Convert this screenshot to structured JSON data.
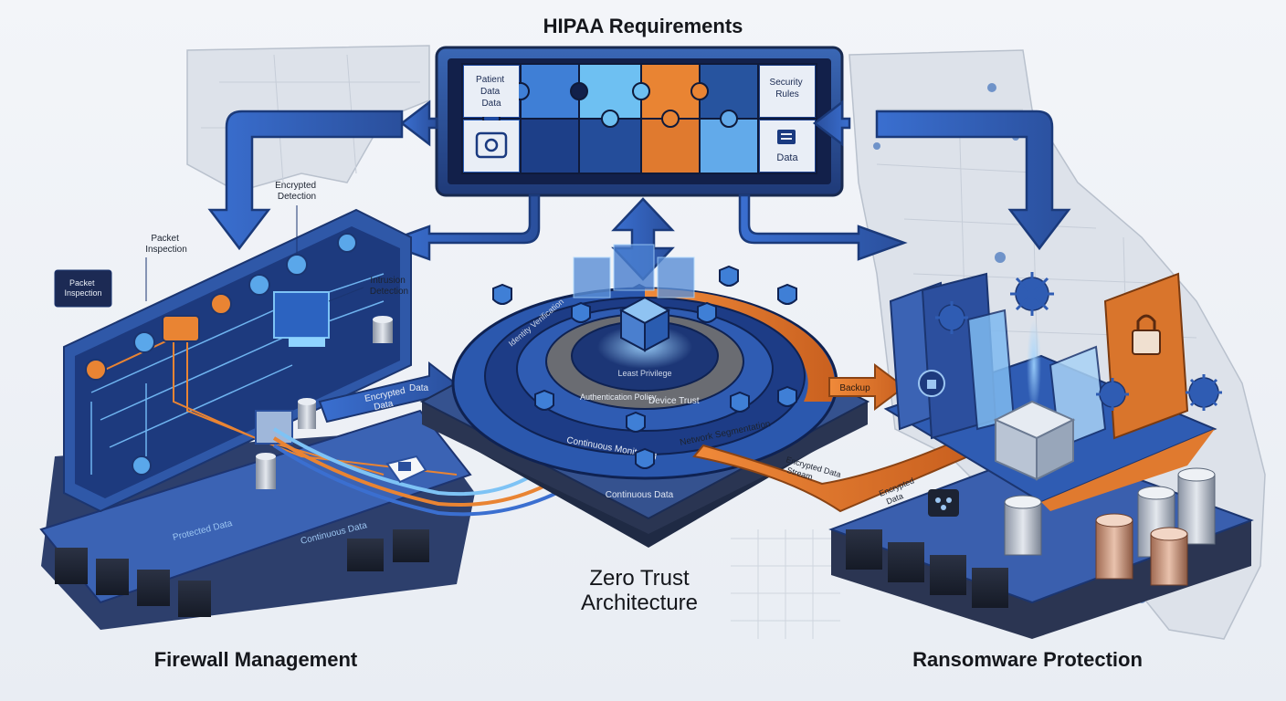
{
  "hipaa": {
    "title": "HIPAA Requirements",
    "tile_patient_data": "Patient Data Data",
    "tile_security_rules": "Security Rules",
    "tile_data": "Data"
  },
  "firewall": {
    "title": "Firewall Management",
    "label_encrypted_detection": "Encrypted Detection",
    "label_packet_inspection": "Packet Inspection",
    "label_packet_inspection_tag": "Packet Inspection",
    "label_intrusion_detection": "Intrusion Detection",
    "label_base_left": "Protected Data",
    "label_base_right": "Continuous Data"
  },
  "zero_trust": {
    "title": "Zero Trust Architecture",
    "ring_continuous_monitoring": "Continuous Monitoring",
    "ring_network_segmentation": "Network Segmentation",
    "ring_device_trust": "Device Trust",
    "ring_authentication": "Authentication Policy",
    "ring_inner": "Least Privilege",
    "ring_outer": "Identity Verification",
    "base_label": "Continuous Data"
  },
  "flows": {
    "encrypted_data": "Encrypted Data",
    "backup": "Backup",
    "encrypted_data_stream": "Encrypted Data Stream",
    "encrypted_data_small": "Encrypted Data"
  },
  "ransomware": {
    "title": "Ransomware Protection"
  },
  "colors": {
    "navy": "#1f3566",
    "blue": "#2f5fae",
    "light_blue": "#5aa7ea",
    "orange": "#e07a2f",
    "dark": "#1c2333"
  }
}
